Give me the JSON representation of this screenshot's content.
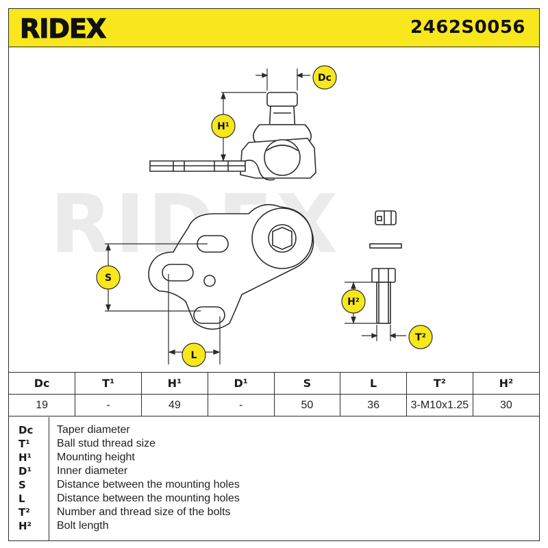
{
  "header": {
    "brand": "RIDEX",
    "part_number": "2462S0056",
    "color": "#f8e71c"
  },
  "drawing": {
    "watermark": "RIDEX",
    "labels": {
      "dc": "Dc",
      "h1": "H¹",
      "s": "S",
      "l": "L",
      "h2": "H²",
      "t2": "T²"
    },
    "badge_color": "#f8e71c"
  },
  "table": {
    "headers": [
      "Dc",
      "T¹",
      "H¹",
      "D¹",
      "S",
      "L",
      "T²",
      "H²"
    ],
    "values": [
      "19",
      "-",
      "49",
      "-",
      "50",
      "36",
      "3-M10x1.25",
      "30"
    ]
  },
  "legend": [
    {
      "code": "Dc",
      "desc": "Taper diameter"
    },
    {
      "code": "T¹",
      "desc": "Ball stud thread size"
    },
    {
      "code": "H¹",
      "desc": "Mounting height"
    },
    {
      "code": "D¹",
      "desc": "Inner diameter"
    },
    {
      "code": "S",
      "desc": "Distance between the mounting holes"
    },
    {
      "code": "L",
      "desc": "Distance between the mounting holes"
    },
    {
      "code": "T²",
      "desc": "Number and thread size of the bolts"
    },
    {
      "code": "H²",
      "desc": "Bolt length"
    }
  ]
}
